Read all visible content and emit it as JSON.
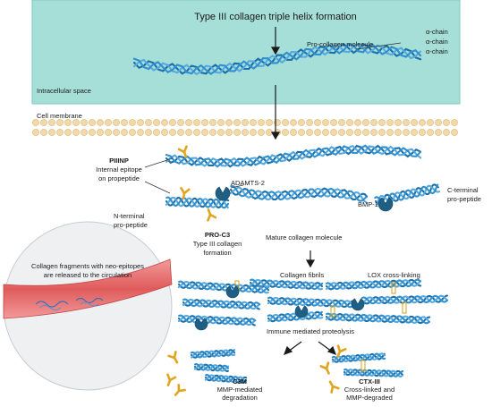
{
  "title": "Type III collagen triple helix formation",
  "intracellular": {
    "region_label": "Intracellular space",
    "procollagen_label": "Pro-collagen molecule",
    "chain_labels": [
      "α-chain",
      "α-chain",
      "α-chain"
    ]
  },
  "membrane": {
    "label": "Cell membrane"
  },
  "processing": {
    "piiinp_title": "PIIINP",
    "piiinp_line1": "Internal epitope",
    "piiinp_line2": "on propeptide",
    "adamts_label": "ADAMTS-2",
    "bmp_label": "BMP-1",
    "cterm_line1": "C-terminal",
    "cterm_line2": "pro-peptide",
    "nterm_line1": "N-terminal",
    "nterm_line2": "pro-peptide",
    "proc3_title": "PRO-C3",
    "proc3_line1": "Type III collagen",
    "proc3_line2": "formation",
    "mature_label": "Mature collagen molecule"
  },
  "circulation": {
    "line1": "Collagen fragments with neo-epitopes",
    "line2": "are released to the circulation"
  },
  "fibrils": {
    "fibrils_label": "Collagen fibrils",
    "lox_label": "LOX cross-linking",
    "proteolysis_label": "Immune mediated proteolysis"
  },
  "markers": {
    "c3m_title": "C3M",
    "c3m_line1": "MMP-mediated",
    "c3m_line2": "degradation",
    "ctx_title": "CTX-III",
    "ctx_line1": "Cross-linked and",
    "ctx_line2": "MMP-degraded"
  },
  "colors": {
    "intracellular_bg": "#a6ded8",
    "helix_light": "#5aa9dc",
    "helix_dark": "#1c6fa8",
    "enzyme": "#1f5f84",
    "antibody": "#e0a51f",
    "vessel": "#e57373",
    "circle_bg": "#eef0f2"
  }
}
